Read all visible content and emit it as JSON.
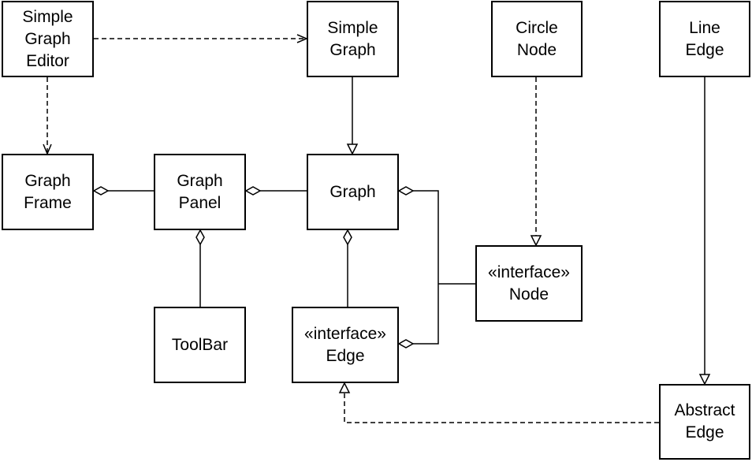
{
  "classes": {
    "simple_graph_editor": {
      "lines": [
        "Simple",
        "Graph",
        "Editor"
      ]
    },
    "simple_graph": {
      "lines": [
        "Simple",
        "Graph"
      ]
    },
    "circle_node": {
      "lines": [
        "Circle",
        "Node"
      ]
    },
    "line_edge": {
      "lines": [
        "Line",
        "Edge"
      ]
    },
    "graph_frame": {
      "lines": [
        "Graph",
        "Frame"
      ]
    },
    "graph_panel": {
      "lines": [
        "Graph",
        "Panel"
      ]
    },
    "graph": {
      "lines": [
        "Graph"
      ]
    },
    "node_interface": {
      "lines": [
        "«interface»",
        "Node"
      ]
    },
    "toolbar": {
      "lines": [
        "ToolBar"
      ]
    },
    "edge_interface": {
      "lines": [
        "«interface»",
        "Edge"
      ]
    },
    "abstract_edge": {
      "lines": [
        "Abstract",
        "Edge"
      ]
    }
  }
}
